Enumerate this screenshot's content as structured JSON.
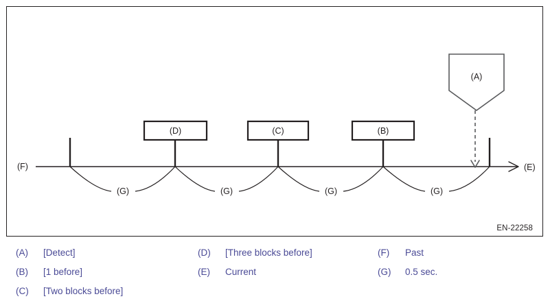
{
  "diagram": {
    "drawing_id": "EN-22258",
    "axis": {
      "left_label": "(F)",
      "right_label": "(E)"
    },
    "callout": {
      "label": "(A)",
      "shape": "pentagon-banner-down",
      "connector": "dashed-arrow-down"
    },
    "blocks": [
      {
        "label": "(D)"
      },
      {
        "label": "(C)"
      },
      {
        "label": "(B)"
      }
    ],
    "intervals": [
      {
        "label": "(G)"
      },
      {
        "label": "(G)"
      },
      {
        "label": "(G)"
      },
      {
        "label": "(G)"
      }
    ]
  },
  "legend": {
    "columns": [
      {
        "entries": [
          {
            "key": "(A)",
            "text": "[Detect]"
          },
          {
            "key": "(B)",
            "text": "[1 before]"
          },
          {
            "key": "(C)",
            "text": "[Two blocks before]"
          }
        ]
      },
      {
        "entries": [
          {
            "key": "(D)",
            "text": "[Three blocks before]"
          },
          {
            "key": "(E)",
            "text": "Current"
          }
        ]
      },
      {
        "entries": [
          {
            "key": "(F)",
            "text": "Past"
          },
          {
            "key": "(G)",
            "text": "0.5 sec."
          }
        ]
      }
    ]
  },
  "colors": {
    "line": "#231f20",
    "legend_text": "#4a4a96",
    "frame": "#231f20",
    "background": "#ffffff"
  }
}
